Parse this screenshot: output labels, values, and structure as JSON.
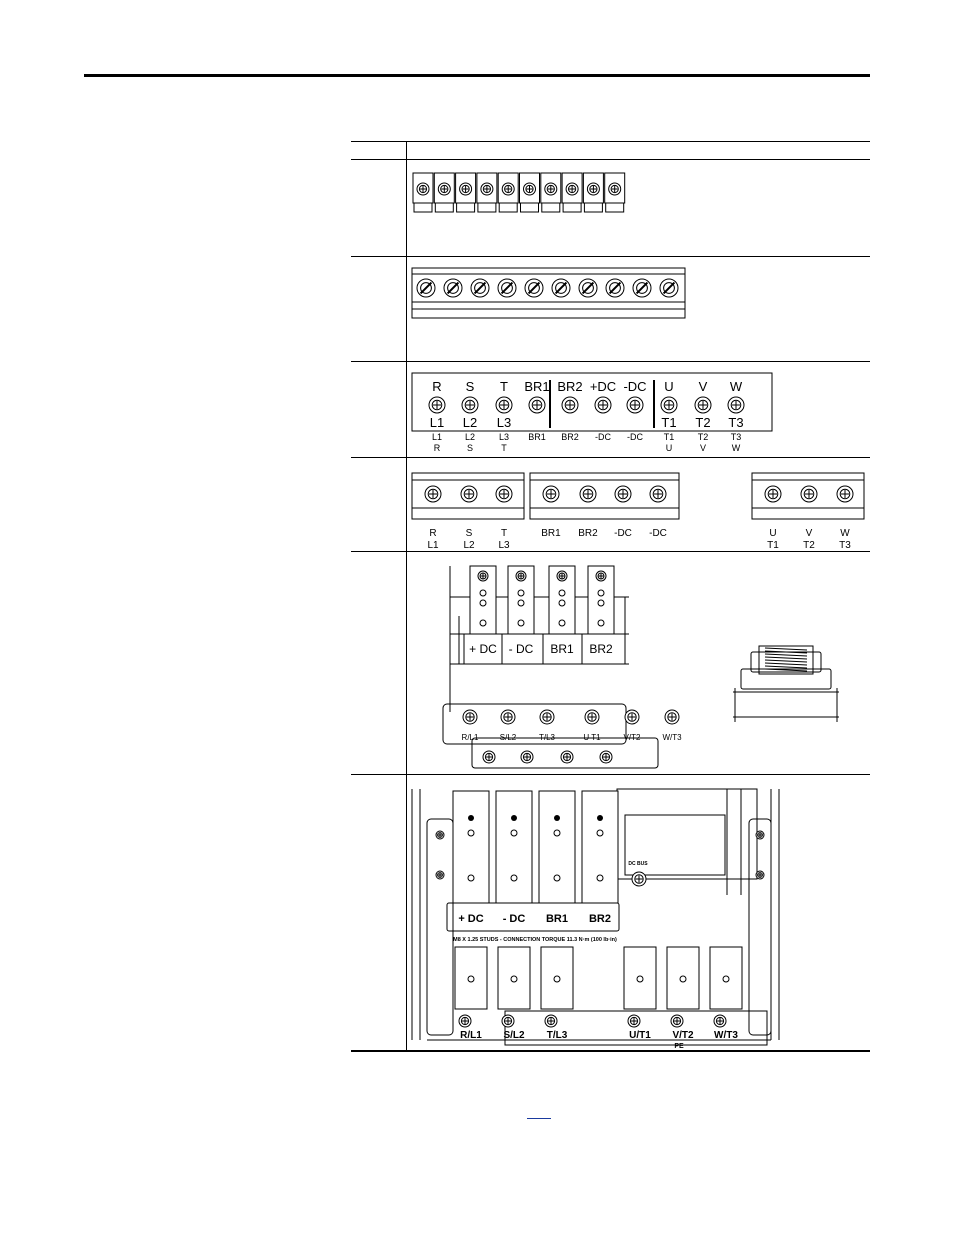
{
  "figure_1": {
    "terminal_count": 10
  },
  "figure_2": {
    "terminal_count": 10
  },
  "figure_3": {
    "top_labels": [
      "R",
      "S",
      "T",
      "BR1",
      "BR2",
      "+DC",
      "-DC",
      "U",
      "V",
      "W"
    ],
    "mid_labels": [
      "L1",
      "L2",
      "L3",
      "",
      "",
      "",
      "",
      "T1",
      "T2",
      "T3"
    ],
    "bottom_labels_1": [
      "L1",
      "L2",
      "L3",
      "BR1",
      "BR2",
      "-DC",
      "-DC",
      "T1",
      "T2",
      "T3"
    ],
    "bottom_labels_2": [
      "R",
      "S",
      "T",
      "",
      "",
      "",
      "",
      "U",
      "V",
      "W"
    ]
  },
  "figure_4": {
    "labels_top": [
      "R",
      "S",
      "T",
      "BR1",
      "BR2",
      "-DC",
      "-DC",
      "U",
      "V",
      "W"
    ],
    "labels_bottom": [
      "L1",
      "L2",
      "L3",
      "",
      "",
      "",
      "",
      "T1",
      "T2",
      "T3"
    ]
  },
  "figure_5": {
    "bus_labels": [
      "+ DC",
      "- DC",
      "BR1",
      "BR2"
    ],
    "terminal_labels": [
      "R/L1",
      "S/L2",
      "T/L3",
      "U T1",
      "V/T2",
      "W/T3"
    ]
  },
  "figure_6": {
    "bus_labels": [
      "+ DC",
      "- DC",
      "BR1",
      "BR2"
    ],
    "torque_note": "M8 X 1.25 STUDS - CONNECTION TORQUE 11.3 N·m (100 lb·in)",
    "dc_bus_label": "DC BUS",
    "terminal_labels": [
      "R/L1",
      "S/L2",
      "T/L3",
      "U/T1",
      "V/T2",
      "W/T3"
    ],
    "ground_label": "PE"
  }
}
